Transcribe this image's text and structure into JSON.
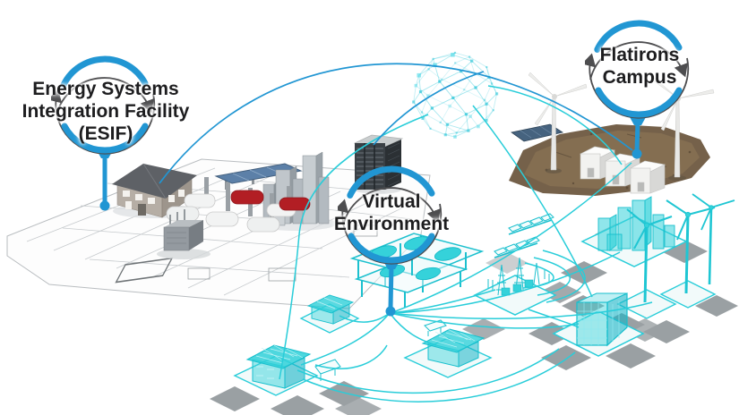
{
  "labels": {
    "esif": {
      "line1": "Energy Systems",
      "line2": "Integration Facility",
      "line3": "(ESIF)"
    },
    "flatirons": {
      "line1": "Flatirons",
      "line2": "Campus"
    },
    "virtual_environment": {
      "line1": "Virtual",
      "line2": "Environment"
    }
  },
  "colors": {
    "accent_blue": "#2193d1",
    "accent_cyan": "#29cdd9",
    "cyan_fill": "#35d2da",
    "arrow_gray": "#4d4d4f",
    "text": "#1d1d1f",
    "plan_gray": "#c3c7ca",
    "tile_gray": "#9aa0a3",
    "ground_brown": "#75614a",
    "car_red": "#b21e24",
    "rack_dark": "#3a4045"
  },
  "scene": {
    "sites": [
      {
        "id": "esif-campus",
        "label_ref": "esif",
        "elements": [
          "floor-plan",
          "research-house",
          "solar-canopy",
          "ev-charging-cars",
          "city-buildings",
          "transformer"
        ]
      },
      {
        "id": "flatirons-campus",
        "label_ref": "flatirons",
        "elements": [
          "dirt-field",
          "wind-turbines",
          "battery-containers",
          "solar-array"
        ]
      },
      {
        "id": "virtual-environment",
        "label_ref": "virtual_environment",
        "elements": [
          "server-rack",
          "ev-parking-structure",
          "solar-rows",
          "substation",
          "city-skyline",
          "wind-turbines",
          "data-center",
          "solar-houses"
        ]
      }
    ],
    "network_hub": "geodesic-network-sphere",
    "connections": [
      {
        "from": "esif-campus",
        "to": "flatirons-campus",
        "via": "network-sphere",
        "color": "blue"
      },
      {
        "from": "network-sphere",
        "to": "server-rack",
        "color": "blue"
      },
      {
        "from": "network-sphere",
        "to": "flatirons-battery",
        "color": "cyan"
      },
      {
        "from": "network-sphere",
        "to": "virtual-data-center",
        "color": "cyan"
      },
      {
        "from": "network-sphere",
        "to": "virtual-house-sw",
        "color": "cyan"
      },
      {
        "from": "flatirons-campus",
        "to": "virtual-environment-hub",
        "color": "cyan"
      },
      {
        "from": "virtual-environment-hub",
        "to": "virtual-elements",
        "color": "cyan"
      }
    ]
  }
}
